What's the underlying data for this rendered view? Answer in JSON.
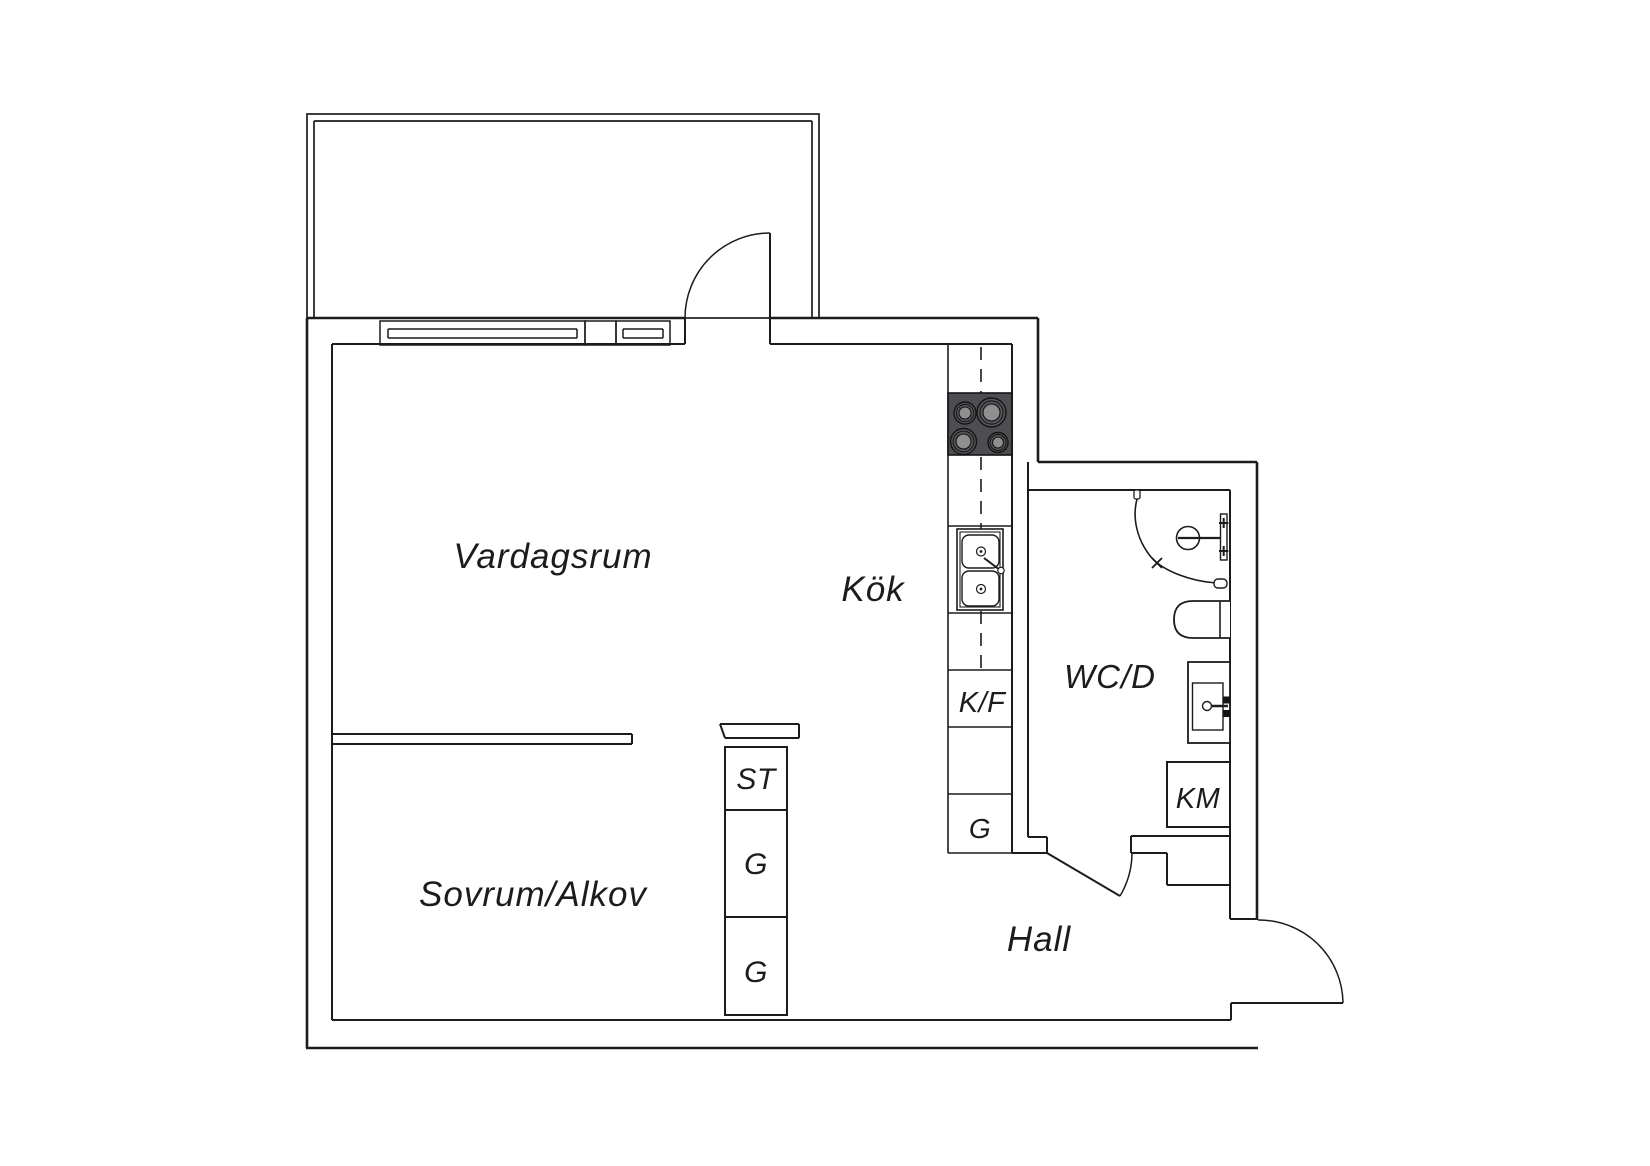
{
  "plan": {
    "rooms": [
      {
        "id": "living",
        "label": "Vardagsrum"
      },
      {
        "id": "kitchen",
        "label": "Kök"
      },
      {
        "id": "bedroom",
        "label": "Sovrum/Alkov"
      },
      {
        "id": "hall",
        "label": "Hall"
      },
      {
        "id": "bathroom",
        "label": "WC/D"
      }
    ],
    "storage": [
      {
        "id": "st",
        "label": "ST"
      },
      {
        "id": "g-bedroom-1",
        "label": "G"
      },
      {
        "id": "g-bedroom-2",
        "label": "G"
      },
      {
        "id": "kf",
        "label": "K/F"
      },
      {
        "id": "g-kitchen",
        "label": "G"
      },
      {
        "id": "km",
        "label": "KM"
      }
    ],
    "colors": {
      "line": "#1c1c1c",
      "stove_body": "#4e4e52",
      "burner_outer": "#55555a",
      "burner_inner": "#8f8f8f",
      "background": "#ffffff"
    }
  }
}
